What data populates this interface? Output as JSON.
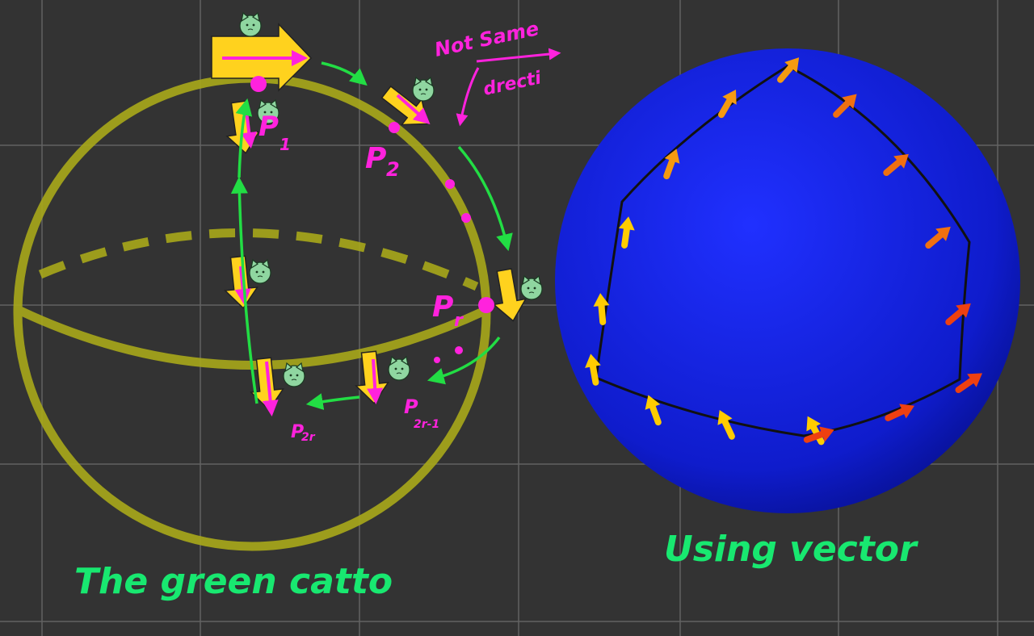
{
  "colors": {
    "background": "#333333",
    "grid": "#8a8a8a",
    "sphere_outline": "#a8a81a",
    "path_arrow": "#22dd44",
    "note": "#ff22dd",
    "vector": "#ffd21e",
    "globe": "#1020e0",
    "caption": "#18e870"
  },
  "left_panel": {
    "caption": "The green catto",
    "note": {
      "line1": "Not Same",
      "line2": "drecti"
    },
    "points": [
      {
        "main": "P",
        "sub": "1"
      },
      {
        "main": "P",
        "sub": "2"
      },
      {
        "main": "P",
        "sub": "r"
      },
      {
        "main": "P",
        "sub": "2r-1"
      },
      {
        "main": "P",
        "sub": "2r"
      }
    ],
    "icons": [
      "cat-icon",
      "yellow-arrow-icon",
      "green-path-arrow-icon"
    ]
  },
  "right_panel": {
    "caption": "Using vector",
    "icons": [
      "blue-sphere",
      "vector-arrow-icon"
    ]
  }
}
